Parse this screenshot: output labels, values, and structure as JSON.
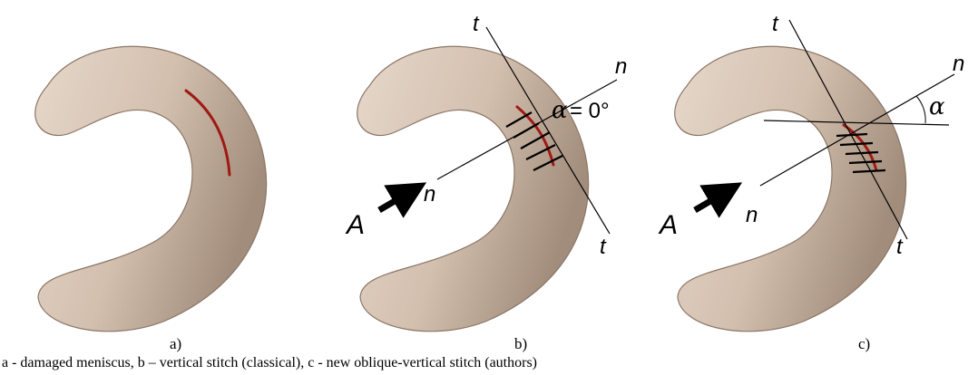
{
  "panels": [
    {
      "label": "a)"
    },
    {
      "label": "b)",
      "line_t_top": "t",
      "line_t_bottom": "t",
      "line_n_top": "n",
      "line_n_bottom": "n",
      "angle_symbol": "α",
      "angle_value": "= 0°",
      "arrow_label": "A"
    },
    {
      "label": "c)",
      "line_t_top": "t",
      "line_t_bottom": "t",
      "line_n_top": "n",
      "line_n_bottom": "n",
      "angle_symbol": "α",
      "arrow_label": "A"
    }
  ],
  "caption": "a - damaged meniscus, b – vertical stitch (classical), c - new oblique-vertical stitch (authors)",
  "colors": {
    "meniscus_light": "#e3d4c6",
    "meniscus_dark": "#a89483",
    "tear": "#9e1a12",
    "stitch": "#000000"
  }
}
